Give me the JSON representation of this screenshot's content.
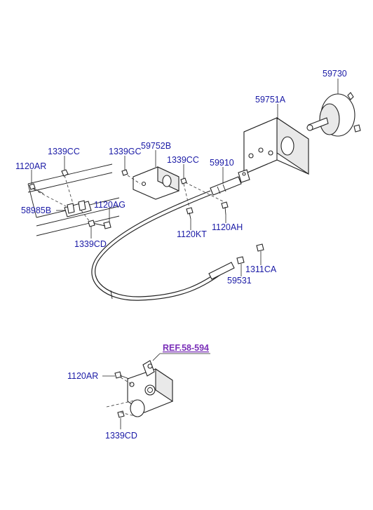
{
  "diagram": {
    "reference": {
      "text": "REF.58-594",
      "color": "#7a2fb8"
    },
    "label_color": "#1a1aa6",
    "labels": {
      "p59730": "59730",
      "p59751A": "59751A",
      "p59752B": "59752B",
      "p1339GC": "1339GC",
      "p1339CC_left": "1339CC",
      "p1339CC_mid": "1339CC",
      "p1120AR_top": "1120AR",
      "p59910": "59910",
      "p58985B": "58985B",
      "p1120AG": "1120AG",
      "p1120KT": "1120KT",
      "p1120AH": "1120AH",
      "p1339CD_top": "1339CD",
      "p1311CA": "1311CA",
      "p59531": "59531",
      "p1120AR_bottom": "1120AR",
      "p1339CD_bottom": "1339CD"
    }
  }
}
